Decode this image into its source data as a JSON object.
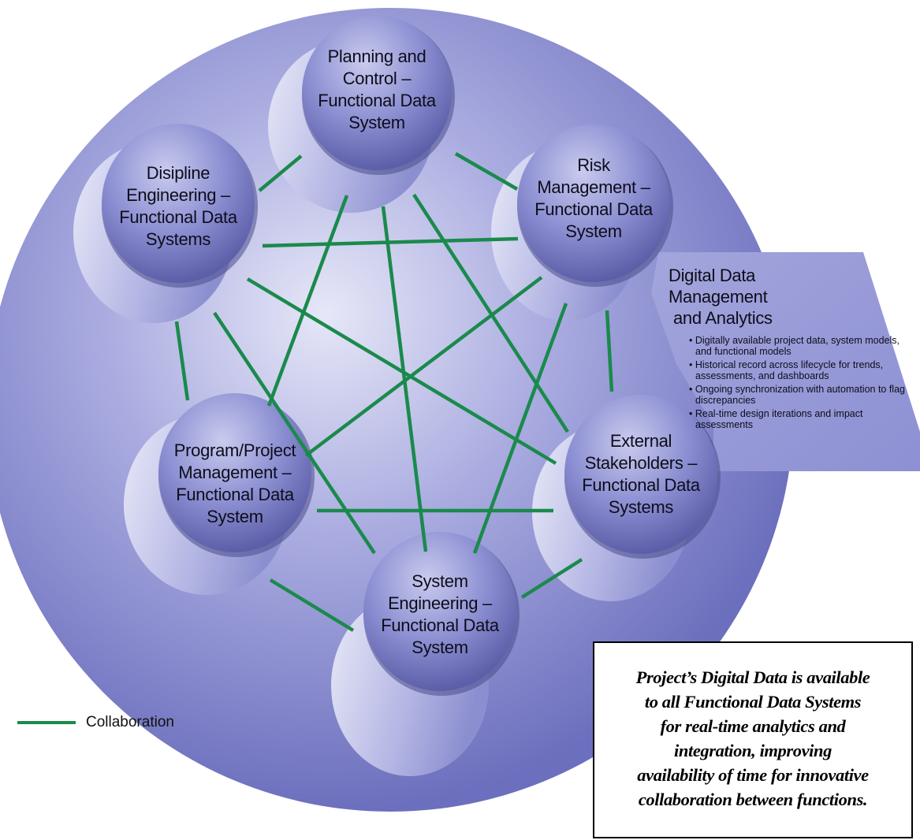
{
  "colors": {
    "collaboration_line": "#1a8a4c",
    "circle_fill": "#8c8fd2",
    "node_fill": "#7679bd",
    "callout_fill": "#9b9dd8"
  },
  "nodes": [
    {
      "id": "planning",
      "lines": [
        "Planning and",
        "Control –",
        "Functional Data",
        "System"
      ]
    },
    {
      "id": "risk",
      "lines": [
        "Risk",
        "Management –",
        "Functional Data",
        "System"
      ]
    },
    {
      "id": "discipline",
      "lines": [
        "Disipline",
        "Engineering –",
        "Functional Data",
        "Systems"
      ]
    },
    {
      "id": "program",
      "lines": [
        "Program/Project",
        "Management –",
        "Functional Data",
        "System"
      ]
    },
    {
      "id": "external",
      "lines": [
        "External",
        "Stakeholders –",
        "Functional Data",
        "Systems"
      ]
    },
    {
      "id": "system",
      "lines": [
        "System",
        "Engineering –",
        "Functional Data",
        "System"
      ]
    }
  ],
  "callout": {
    "title_lines": [
      "Digital Data",
      "Management",
      "and Analytics"
    ],
    "bullets": [
      "Digitally available project data, system models, and functional models",
      "Historical record across lifecycle for trends, assessments, and dashboards",
      "Ongoing synchronization with automation to flag discrepancies",
      "Real-time design iterations and impact assessments"
    ]
  },
  "statement": {
    "lines": [
      "Project’s Digital Data is available",
      "to all Functional Data Systems",
      "for real-time analytics and",
      "integration, improving",
      "availability of time for innovative",
      "collaboration between functions."
    ]
  },
  "legend": {
    "label": "Collaboration"
  }
}
